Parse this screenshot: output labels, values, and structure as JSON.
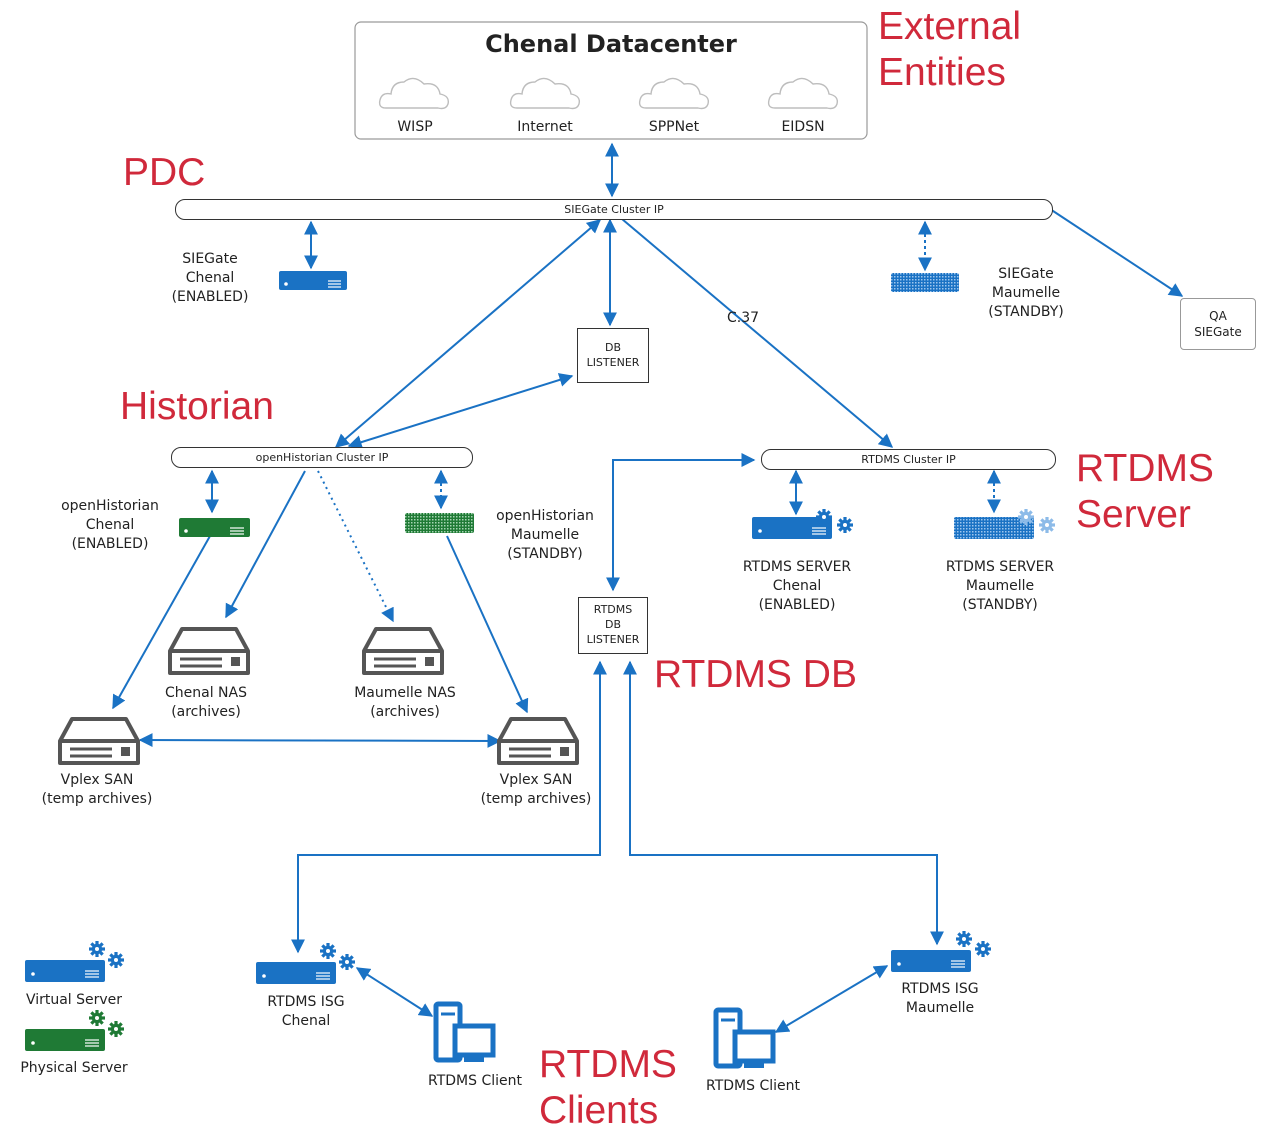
{
  "datacenter": {
    "title": "Chenal Datacenter",
    "clouds": [
      "WISP",
      "Internet",
      "SPPNet",
      "EIDSN"
    ]
  },
  "section_labels": {
    "external": [
      "External",
      "Entities"
    ],
    "pdc": "PDC",
    "historian": "Historian",
    "rtdms_server": [
      "RTDMS",
      "Server"
    ],
    "rtdms_db": "RTDMS DB",
    "rtdms_clients": [
      "RTDMS",
      "Clients"
    ]
  },
  "clusters": {
    "siegate": "SIEGate Cluster IP",
    "openhistorian": "openHistorian Cluster IP",
    "rtdms": "RTDMS Cluster IP"
  },
  "listeners": {
    "db": [
      "DB",
      "LISTENER"
    ],
    "rtdms_db": [
      "RTDMS",
      "DB",
      "LISTENER"
    ]
  },
  "link_labels": {
    "c37": "C.37"
  },
  "nodes": {
    "siegate_chenal": [
      "SIEGate",
      "Chenal",
      "(ENABLED)"
    ],
    "siegate_maumelle": [
      "SIEGate",
      "Maumelle",
      "(STANDBY)"
    ],
    "qa_siegate": [
      "QA",
      "SIEGate"
    ],
    "oh_chenal": [
      "openHistorian",
      "Chenal",
      "(ENABLED)"
    ],
    "oh_maumelle": [
      "openHistorian",
      "Maumelle",
      "(STANDBY)"
    ],
    "rtdms_server_chenal": [
      "RTDMS SERVER",
      "Chenal",
      "(ENABLED)"
    ],
    "rtdms_server_maumelle": [
      "RTDMS SERVER",
      "Maumelle",
      "(STANDBY)"
    ],
    "chenal_nas": [
      "Chenal NAS",
      "(archives)"
    ],
    "maumelle_nas": [
      "Maumelle NAS",
      "(archives)"
    ],
    "vplex_left": [
      "Vplex SAN",
      "(temp archives)"
    ],
    "vplex_right": [
      "Vplex SAN",
      "(temp archives)"
    ],
    "isg_chenal": [
      "RTDMS ISG",
      "Chenal"
    ],
    "isg_maumelle": [
      "RTDMS ISG",
      "Maumelle"
    ],
    "client_left": "RTDMS Client",
    "client_right": "RTDMS Client"
  },
  "legend": {
    "virtual": "Virtual Server",
    "physical": "Physical Server"
  },
  "colors": {
    "blue": "#1a72c4",
    "green": "#1f7a35",
    "accent_red": "#d0293b",
    "arrow": "#1a72c4"
  },
  "icons": {
    "cloud": "cloud-icon",
    "server": "server-icon",
    "gear_server": "server-gear-icon",
    "nas": "nas-drive-icon",
    "client": "client-computer-icon"
  }
}
